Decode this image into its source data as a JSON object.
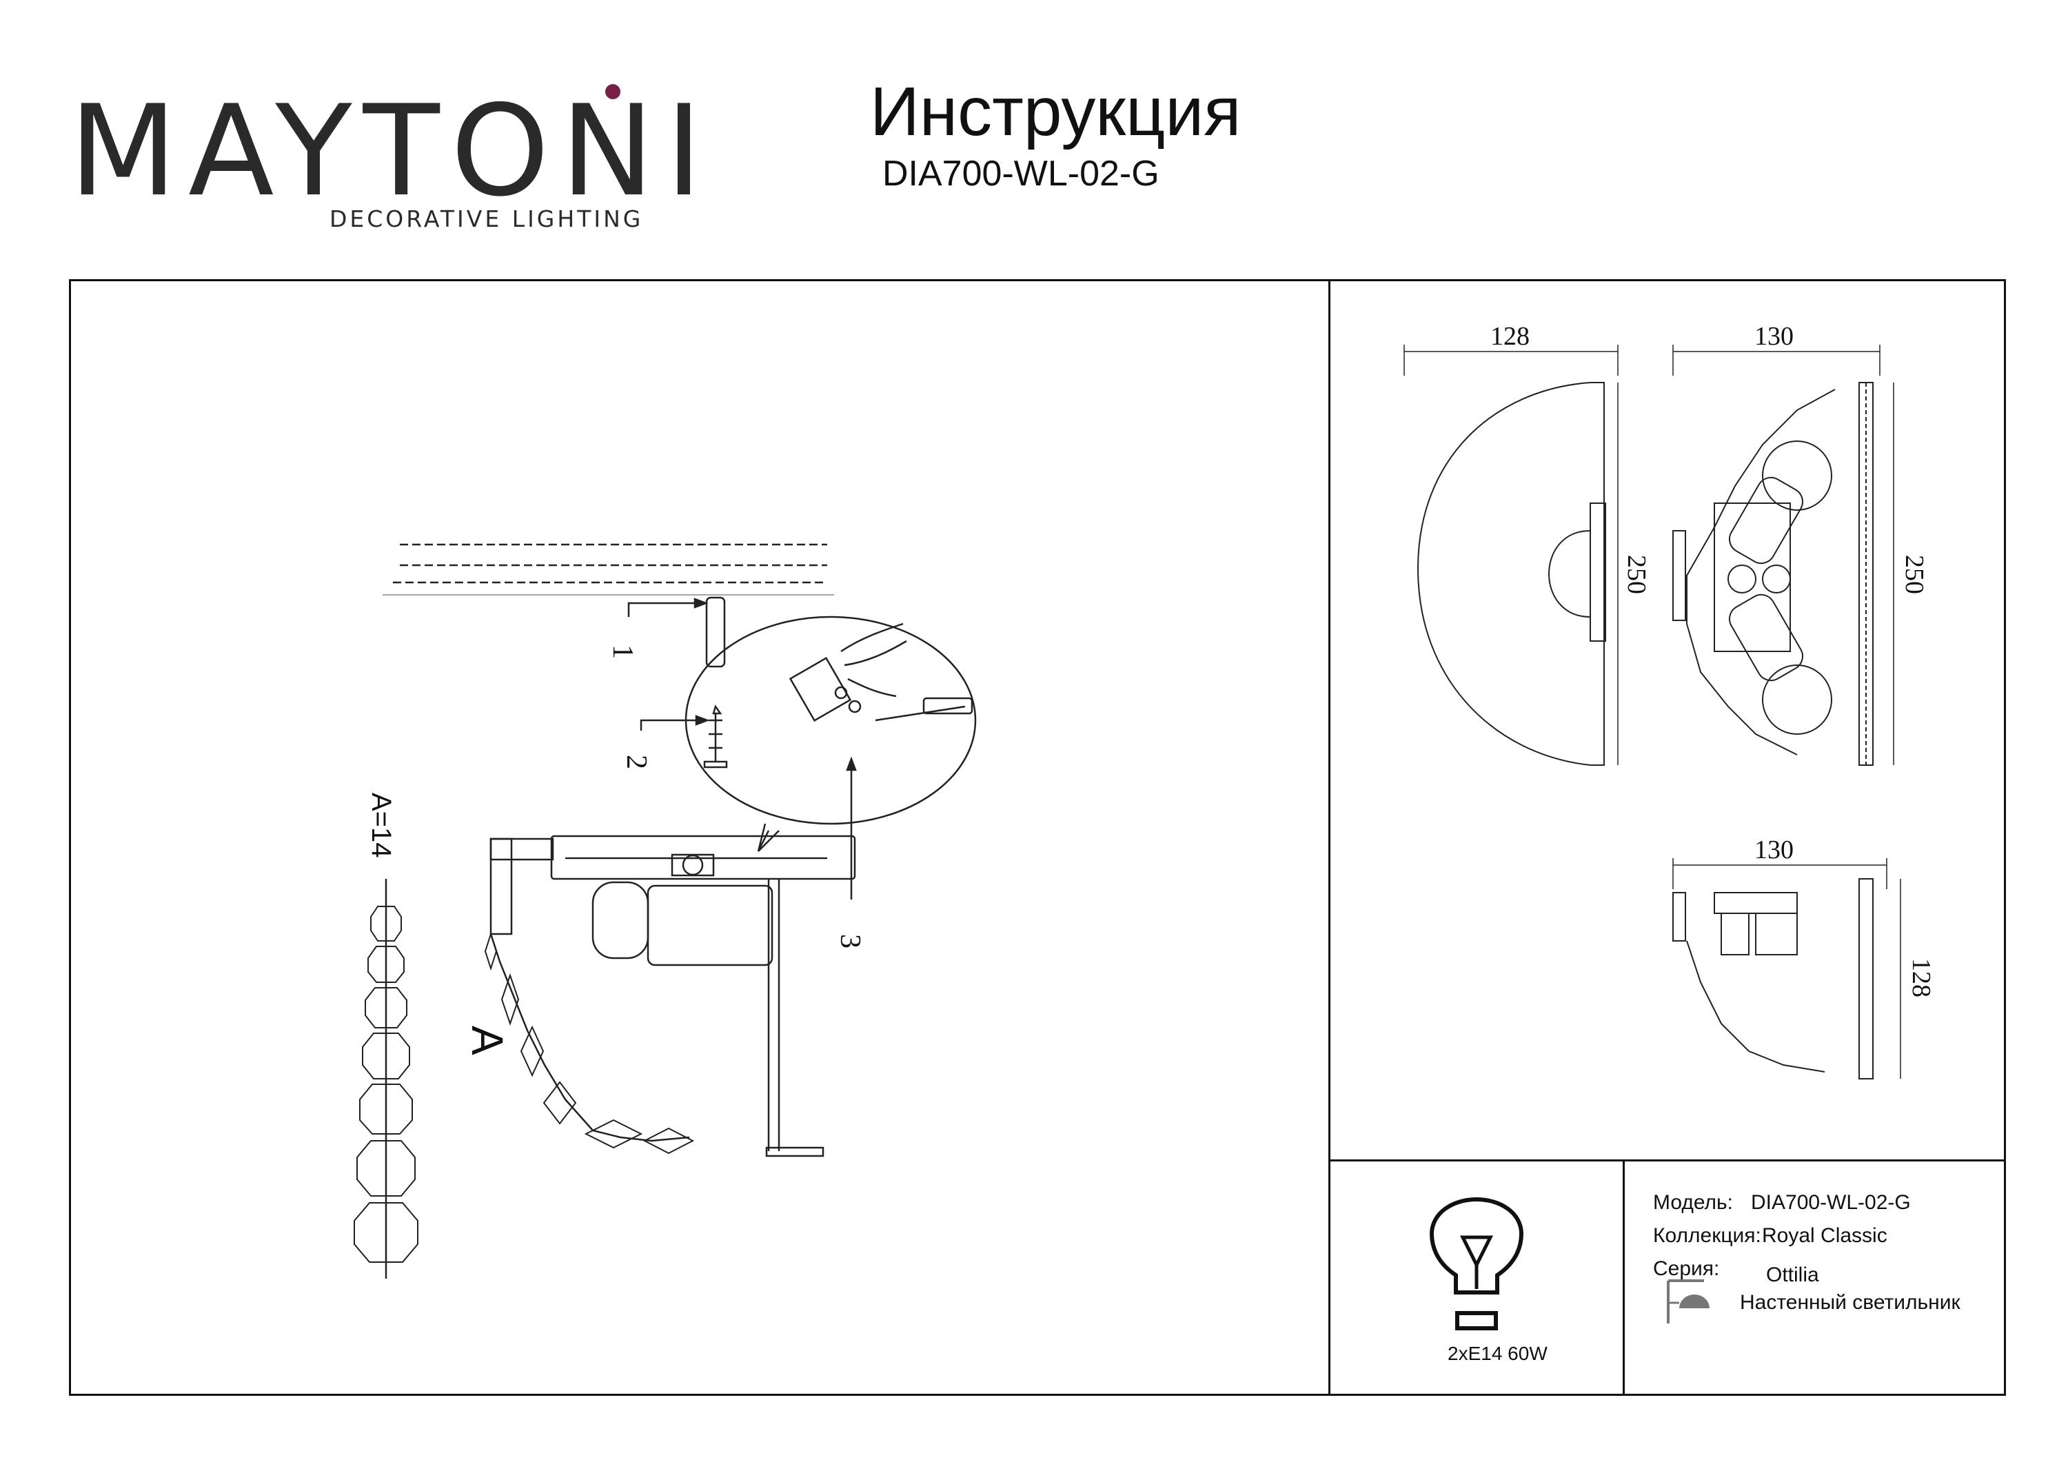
{
  "header": {
    "brand": "MAYTONI",
    "brand_tagline": "DECORATIVE LIGHTING",
    "title": "Инструкция",
    "model_code": "DIA700-WL-02-G"
  },
  "assembly": {
    "callout_1": "1",
    "callout_2": "2",
    "callout_3": "3",
    "detail_label": "A",
    "crystal_count": "A=14"
  },
  "dimensions": {
    "front_width": "128",
    "front_height": "250",
    "side_width": "130",
    "side_height": "250",
    "top_width": "130",
    "top_depth": "128"
  },
  "specs": {
    "bulb": "2xE14 60W",
    "model_label": "Модель:",
    "model_value": "DIA700-WL-02-G",
    "collection_label": "Коллекция:",
    "collection_value": "Royal Classic",
    "series_label": "Серия:",
    "series_value": "Ottilia",
    "type_value": "Настенный светильник"
  },
  "colors": {
    "brand_dot": "#7a1f46",
    "ink": "#111111"
  }
}
